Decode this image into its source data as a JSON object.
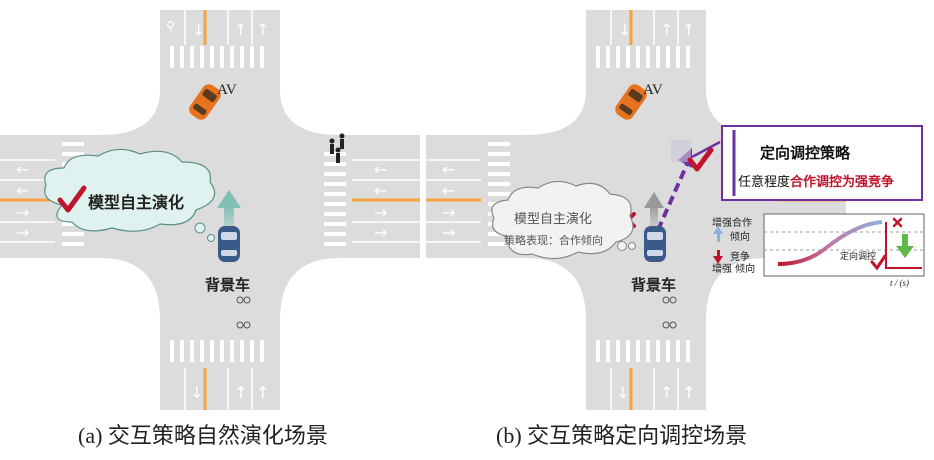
{
  "panel_a": {
    "av_label": "AV",
    "thought_text": "模型自主演化",
    "vehicle_label": "背景车",
    "caption": "(a) 交互策略自然演化场景"
  },
  "panel_b": {
    "av_label": "AV",
    "thought_title": "模型自主演化",
    "thought_sub": "策略表现：合作倾向",
    "vehicle_label": "背景车",
    "box_title": "定向调控策略",
    "box_line_prefix": "任意程度",
    "box_line_highlight": "合作调控为强竞争",
    "chart": {
      "up_label_1": "增强合作",
      "up_label_2": "倾向",
      "down_label_1": "竞争",
      "down_label_2": "增强 倾向",
      "annotation": "定向调控",
      "x_axis_label": "t / (s)"
    },
    "caption": "(b) 交互策略定向调控场景"
  },
  "colors": {
    "road": "#d9d9d9",
    "lane_orange": "#f2a340",
    "av_orange": "#e8731e",
    "bg_car_blue": "#3a5a8a",
    "purple": "#7030a0",
    "check_red": "#c0142c",
    "cloud_teal": "#dff2ef",
    "teal_arrow": "#7fbfb4"
  },
  "icons": [
    "check-icon",
    "cross-icon",
    "pedestrian-icon",
    "bicycle-icon",
    "up-arrow-icon",
    "down-arrow-icon"
  ]
}
